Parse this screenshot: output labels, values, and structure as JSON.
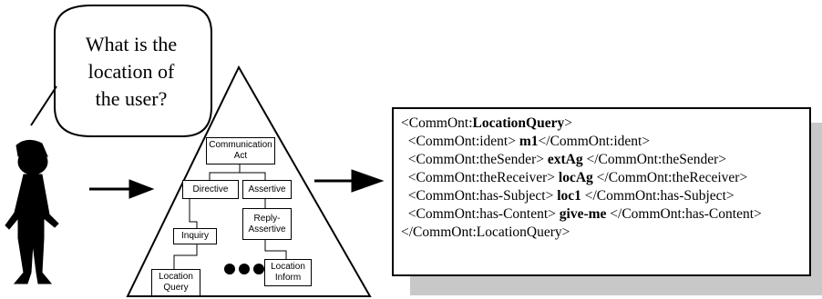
{
  "bubble": {
    "text_lines": [
      "What is the",
      "location of",
      "the user?"
    ]
  },
  "taxonomy": {
    "root": "Communication Act",
    "root_lines": [
      "Communication",
      "Act"
    ],
    "directive": "Directive",
    "assertive": "Assertive",
    "reply_assertive_lines": [
      "Reply-",
      "Assertive"
    ],
    "inquiry": "Inquiry",
    "location_query_lines": [
      "Location",
      "Query"
    ],
    "location_inform_lines": [
      "Location",
      "Inform"
    ],
    "ellipsis": "●●●"
  },
  "xml": {
    "l1": {
      "pre": "<CommOnt:",
      "bold": "LocationQuery",
      "post": ">"
    },
    "l2": {
      "pre": "  <CommOnt:ident> ",
      "bold": "m1",
      "post": "</CommOnt:ident>"
    },
    "l3": {
      "pre": "  <CommOnt:theSender> ",
      "bold": "extAg",
      "post": " </CommOnt:theSender>"
    },
    "l4": {
      "pre": "  <CommOnt:theReceiver> ",
      "bold": "locAg",
      "post": " </CommOnt:theReceiver>"
    },
    "l5": {
      "pre": "  <CommOnt:has-Subject> ",
      "bold": "loc1",
      "post": " </CommOnt:has-Subject>"
    },
    "l6": {
      "pre": "  <CommOnt:has-Content> ",
      "bold": "give-me",
      "post": " </CommOnt:has-Content>"
    },
    "l7": {
      "pre": "</CommOnt:LocationQuery>",
      "bold": "",
      "post": ""
    }
  },
  "colors": {
    "line": "#000000",
    "shadow": "#c8c8c8",
    "background": "#ffffff"
  }
}
